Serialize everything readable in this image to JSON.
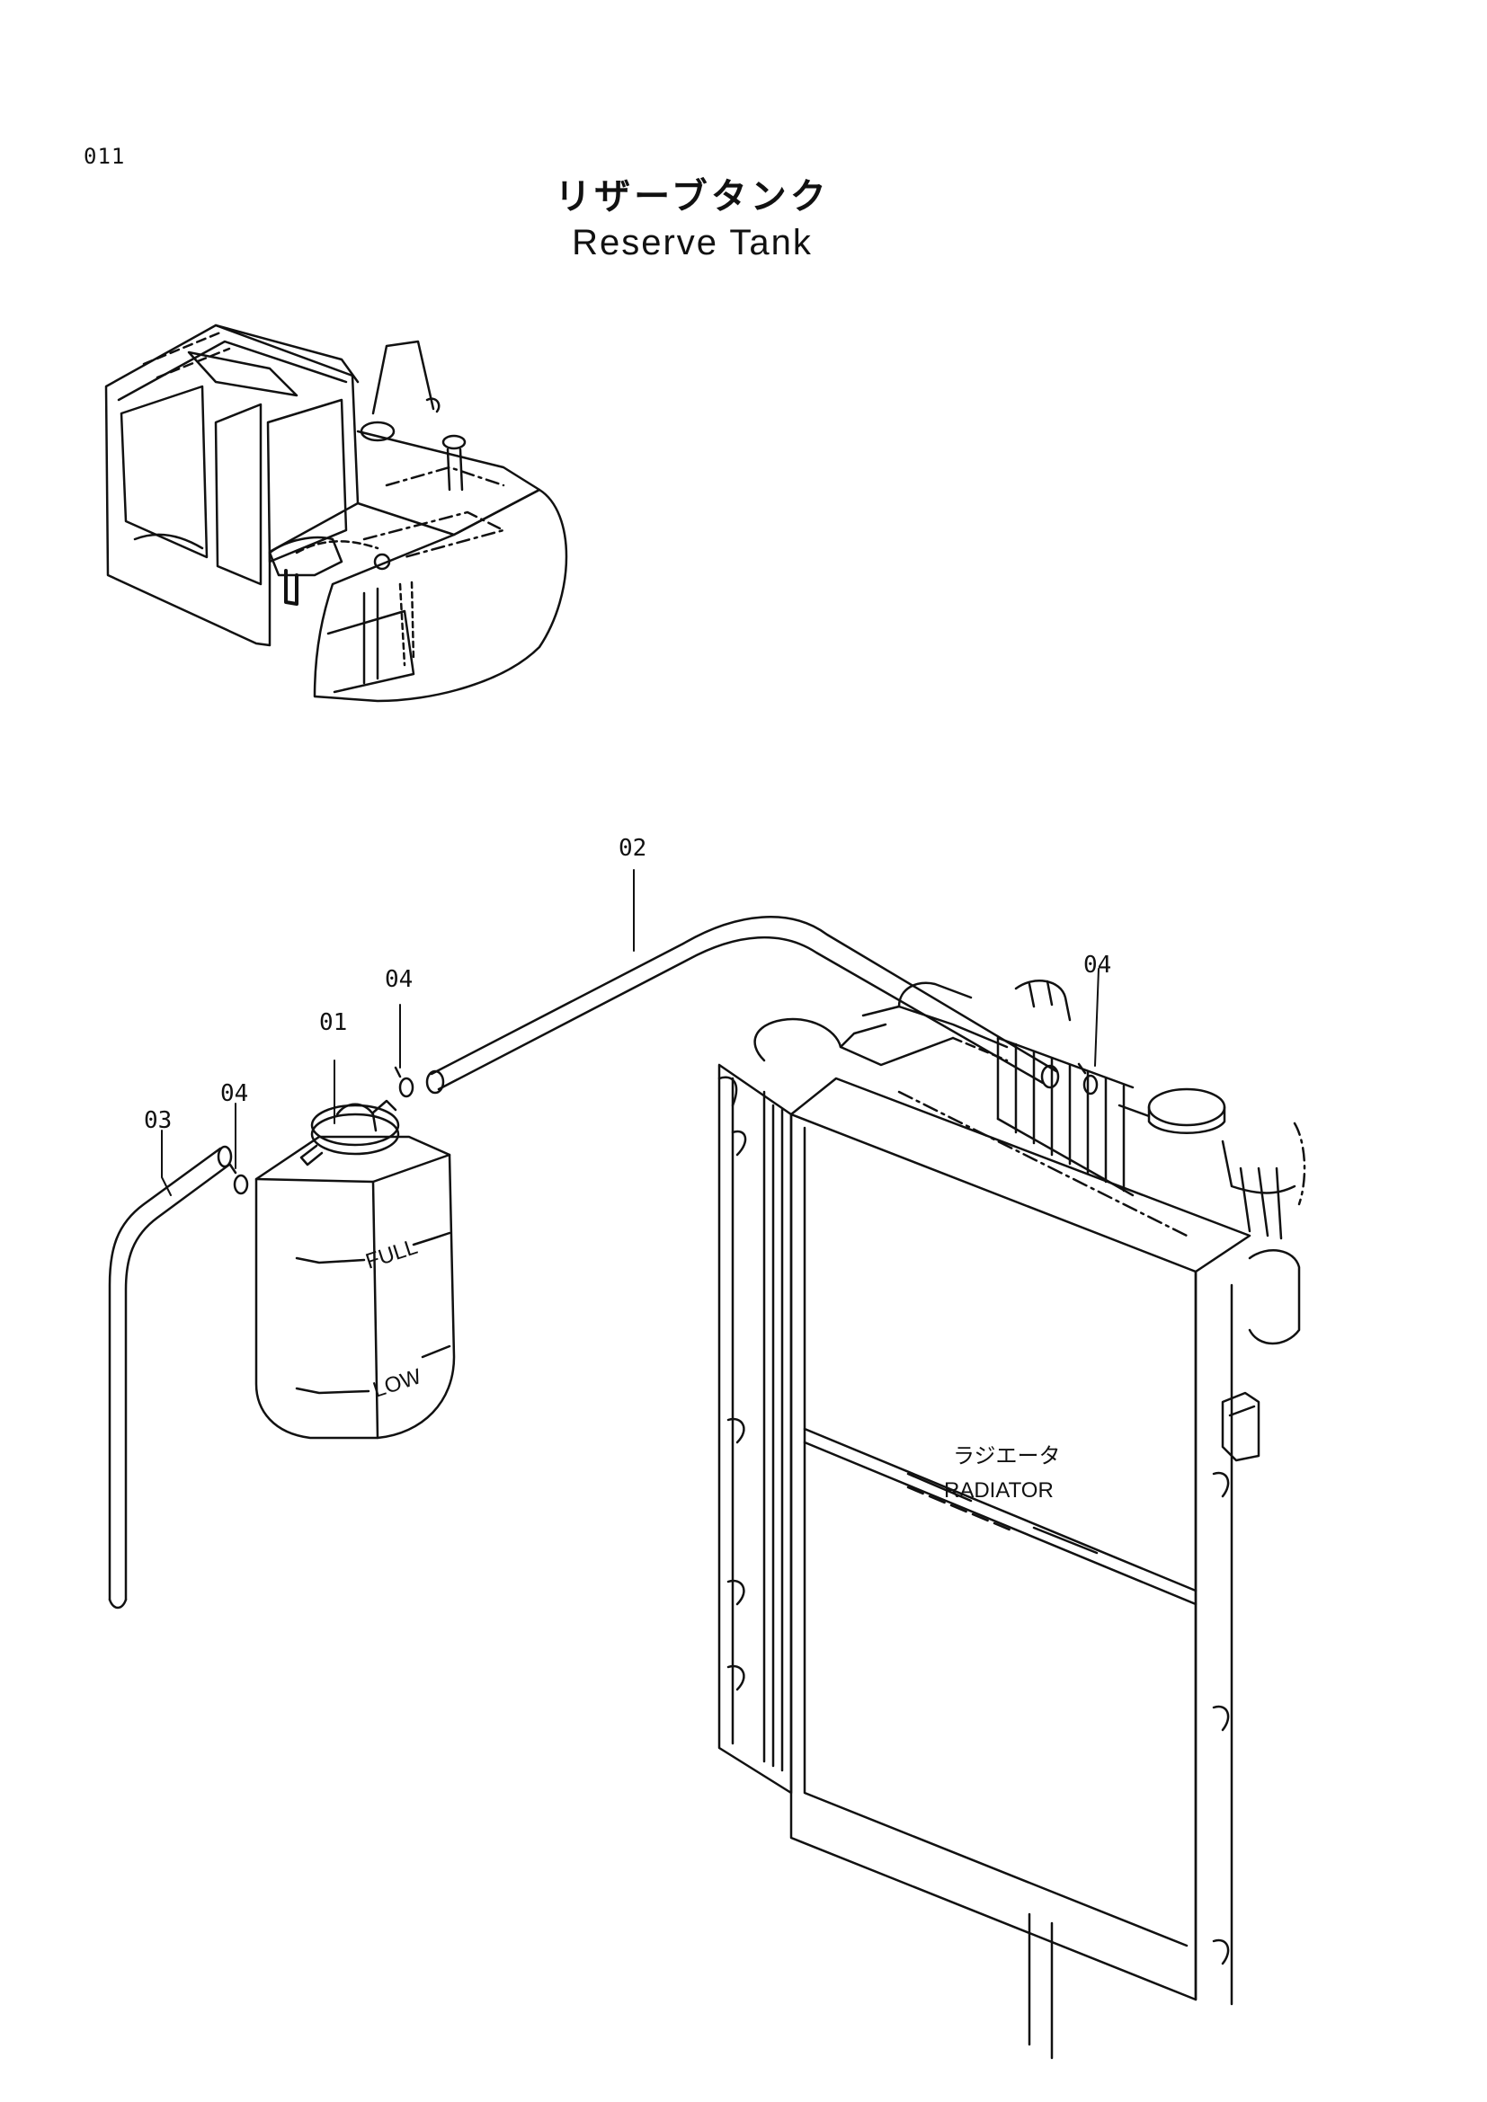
{
  "page": {
    "code": "011",
    "title_jp": "リザーブタンク",
    "title_en": "Reserve Tank"
  },
  "callouts": {
    "part_01": "01",
    "part_02": "02",
    "part_03": "03",
    "part_04_left": "04",
    "part_04_mid": "04",
    "part_04_right": "04"
  },
  "tank_marks": {
    "full": "FULL",
    "low": "LOW"
  },
  "radiator": {
    "label_jp": "ラジエータ",
    "label_en": "RADIATOR"
  }
}
